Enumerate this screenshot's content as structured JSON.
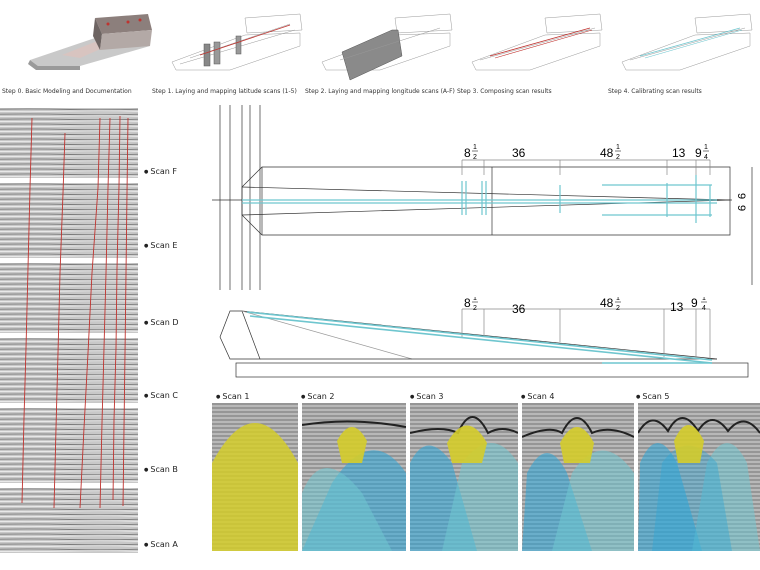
{
  "steps": [
    {
      "caption": "Step 0. Basic Modeling and Documentation"
    },
    {
      "caption": "Step 1. Laying and mapping latitude scans (1-5)"
    },
    {
      "caption": "Step 2. Laying and mapping longitude scans (A-F)"
    },
    {
      "caption": "Step 3. Composing scan results"
    },
    {
      "caption": "Step 4. Calibrating scan results"
    }
  ],
  "longitude_scans": [
    "Scan F",
    "Scan E",
    "Scan D",
    "Scan C",
    "Scan B",
    "Scan A"
  ],
  "latitude_scans": [
    "Scan 1",
    "Scan 2",
    "Scan 3",
    "Scan 4",
    "Scan 5"
  ],
  "plan_dimensions": {
    "d1": "8",
    "d2": "36",
    "d3": "48",
    "d4": "13",
    "d5": "9",
    "frac_num": "1",
    "frac_den_half": "2",
    "frac_den_quarter": "4",
    "side1": "9",
    "side2": "9"
  },
  "colors": {
    "yellow": "#d4cc2a",
    "blue": "#2aa6d8",
    "teal": "#6fc6cf",
    "red": "#c0332f"
  }
}
